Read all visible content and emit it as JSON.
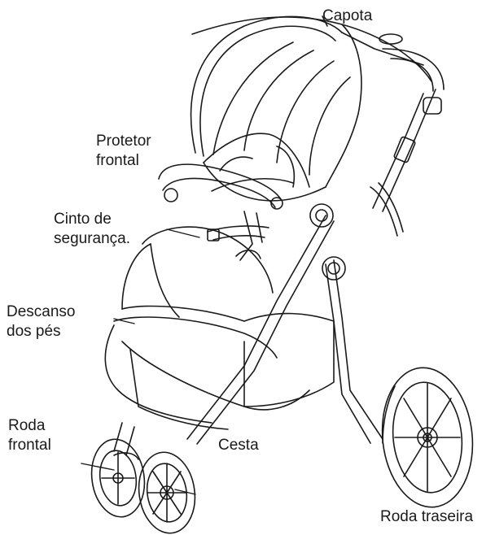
{
  "labels": {
    "capota": "Capota",
    "protetor_frontal": [
      "Protetor",
      "frontal"
    ],
    "cinto_de_seguranca": [
      "Cinto de",
      "segurança."
    ],
    "descanso_dos_pes": [
      "Descanso",
      "dos pés"
    ],
    "roda_frontal": [
      "Roda",
      "frontal"
    ],
    "cesta": "Cesta",
    "roda_traseira": "Roda traseira"
  },
  "colors": {
    "line": "#1a1a1a",
    "background": "#ffffff"
  }
}
